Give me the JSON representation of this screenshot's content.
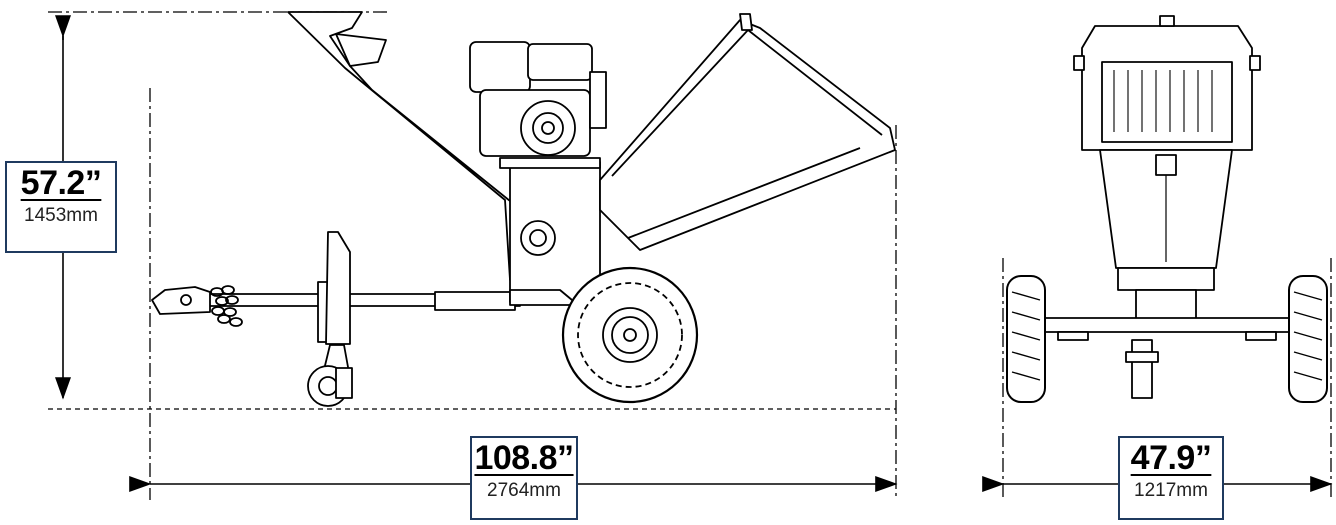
{
  "dimensions": {
    "height": {
      "imperial": "57.2”",
      "metric": "1453mm"
    },
    "length": {
      "imperial": "108.8”",
      "metric": "2764mm"
    },
    "width": {
      "imperial": "47.9”",
      "metric": "1217mm"
    }
  },
  "colors": {
    "line": "#000000",
    "box_border": "#1f3a5f"
  }
}
